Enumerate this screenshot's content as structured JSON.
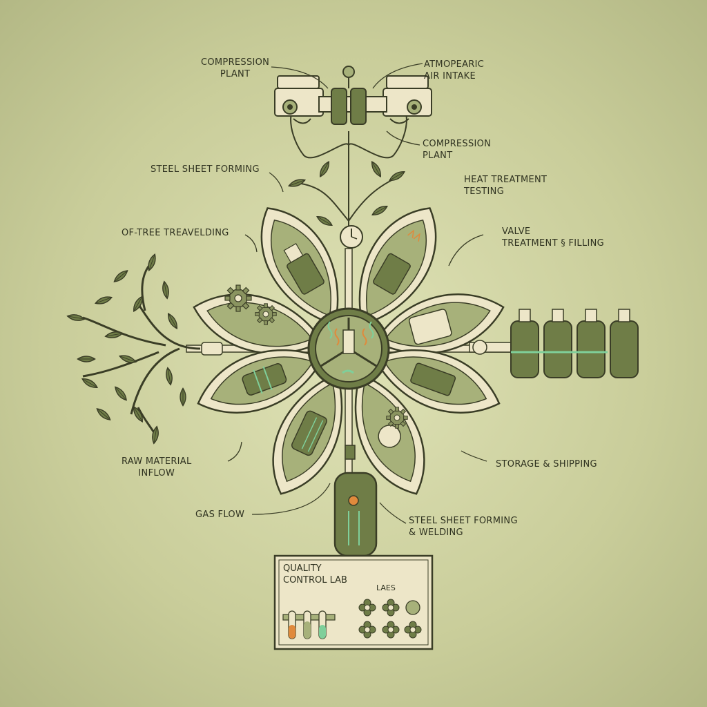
{
  "labels": {
    "compression_plant_top": "COMPRESSION\nPLANT",
    "atmospheric_air_intake": "ATMOPEARIC\nAIR INTAKE",
    "compression_plant_right": "COMPRESSION\nPLANT",
    "steel_sheet_forming": "STEEL SHEET FORMING",
    "heat_treatment_testing": "HEAT TREATMENT\nTESTING",
    "of_tree_traveling": "OF-TREE TREAVELDING",
    "valve_treatment_filling": "VALVE\nTREATMENT § FILLING",
    "raw_material_inflow": "RAW MATERIAL\nINFLOW",
    "storage_shipping": "STORAGE & SHIPPING",
    "gas_flow": "GAS FLOW",
    "steel_sheet_forming_welding": "STEEL SHEET FORMING\n& WELDING"
  },
  "lab": {
    "title": "QUALITY\nCONTROL LAB",
    "sub": "LAES"
  },
  "colors": {
    "background": "#d2d5a6",
    "ink": "#3a3d26",
    "olive_dark": "#55633a",
    "olive": "#6f7d47",
    "olive_light": "#a7b17a",
    "cream": "#ede6c8",
    "accent_orange": "#e08a3c",
    "accent_green": "#7fcf9a"
  },
  "icons": [
    "leaf-icon",
    "gear-icon",
    "gas-cylinder-icon",
    "pressure-gauge-icon",
    "compressor-icon",
    "test-tube-icon",
    "flower-gear-icon"
  ]
}
